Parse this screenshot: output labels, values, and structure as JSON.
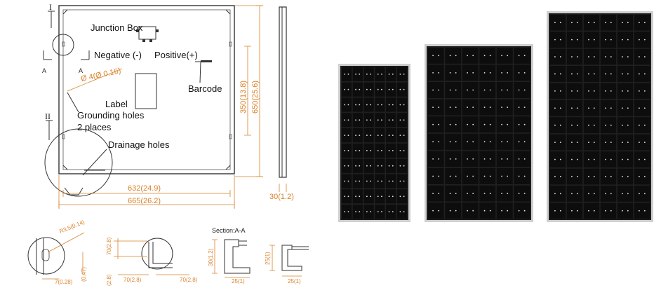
{
  "drawing": {
    "junction_box": "Junction Box",
    "negative": "Negative (-)",
    "positive": "Positive(+)",
    "barcode": "Barcode",
    "label": "Label",
    "grounding_holes": "Grounding holes",
    "grounding_places": "2 places",
    "drainage_holes": "Drainage holes",
    "hole_dia": "Ø 4(Ø 0.16)",
    "view_I": "I",
    "view_II": "II",
    "section_mark_left": "A",
    "section_mark_right": "A",
    "dim_632": "632(24.9)",
    "dim_665": "665(26.2)",
    "dim_350": "350(13.8)",
    "dim_650": "650(25.6)",
    "dim_30": "30(1.2)"
  },
  "details": {
    "r_label": "R3.5(0.14)",
    "d1_7": "7(0.28)",
    "d1_047": "(0.47)",
    "d2_70v": "70(2.8)",
    "d2_28": "(2.8)",
    "d2_70a": "70(2.8)",
    "d2_70b": "70(2.8)",
    "section_title": "Section:A-A",
    "sec_30": "30(1.2)",
    "sec_25": "25(1)",
    "sec2_25v": "25(1)",
    "sec2_25": "25(1)"
  },
  "panels": [
    {
      "cols": 6,
      "rows": 10
    },
    {
      "cols": 6,
      "rows": 10
    },
    {
      "cols": 6,
      "rows": 12
    }
  ],
  "colors": {
    "accent": "#d9822b",
    "cell": "#0d0d0d"
  }
}
